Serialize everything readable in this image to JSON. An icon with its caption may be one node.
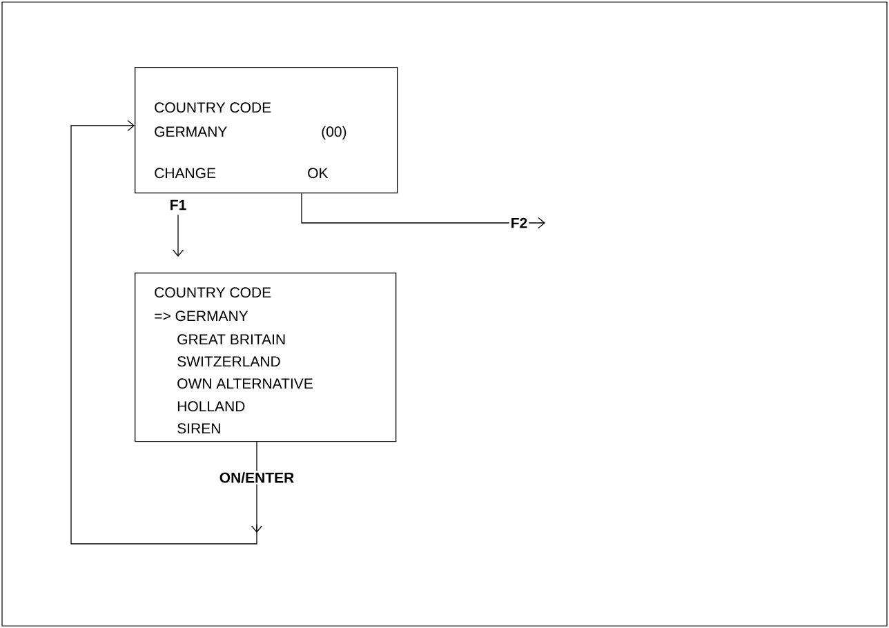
{
  "diagram": {
    "nodes": [
      {
        "text": [
          "COUNTRY CODE",
          "GERMANY",
          "(00)",
          "CHANGE",
          "OK"
        ]
      },
      {
        "text": [
          "COUNTRY CODE",
          "=> GERMANY",
          "GREAT BRITAIN",
          "SWITZERLAND",
          "OWN ALTERNATIVE",
          "HOLLAND",
          "SIREN"
        ]
      }
    ],
    "edges": [
      {
        "from": 0,
        "to": 1,
        "arrow": "to",
        "label": "F1"
      },
      {
        "from": 0,
        "to": null,
        "arrow": "to",
        "label": "F2"
      },
      {
        "from": 1,
        "to": 0,
        "arrow": "to",
        "label": "ON/ENTER"
      }
    ]
  }
}
